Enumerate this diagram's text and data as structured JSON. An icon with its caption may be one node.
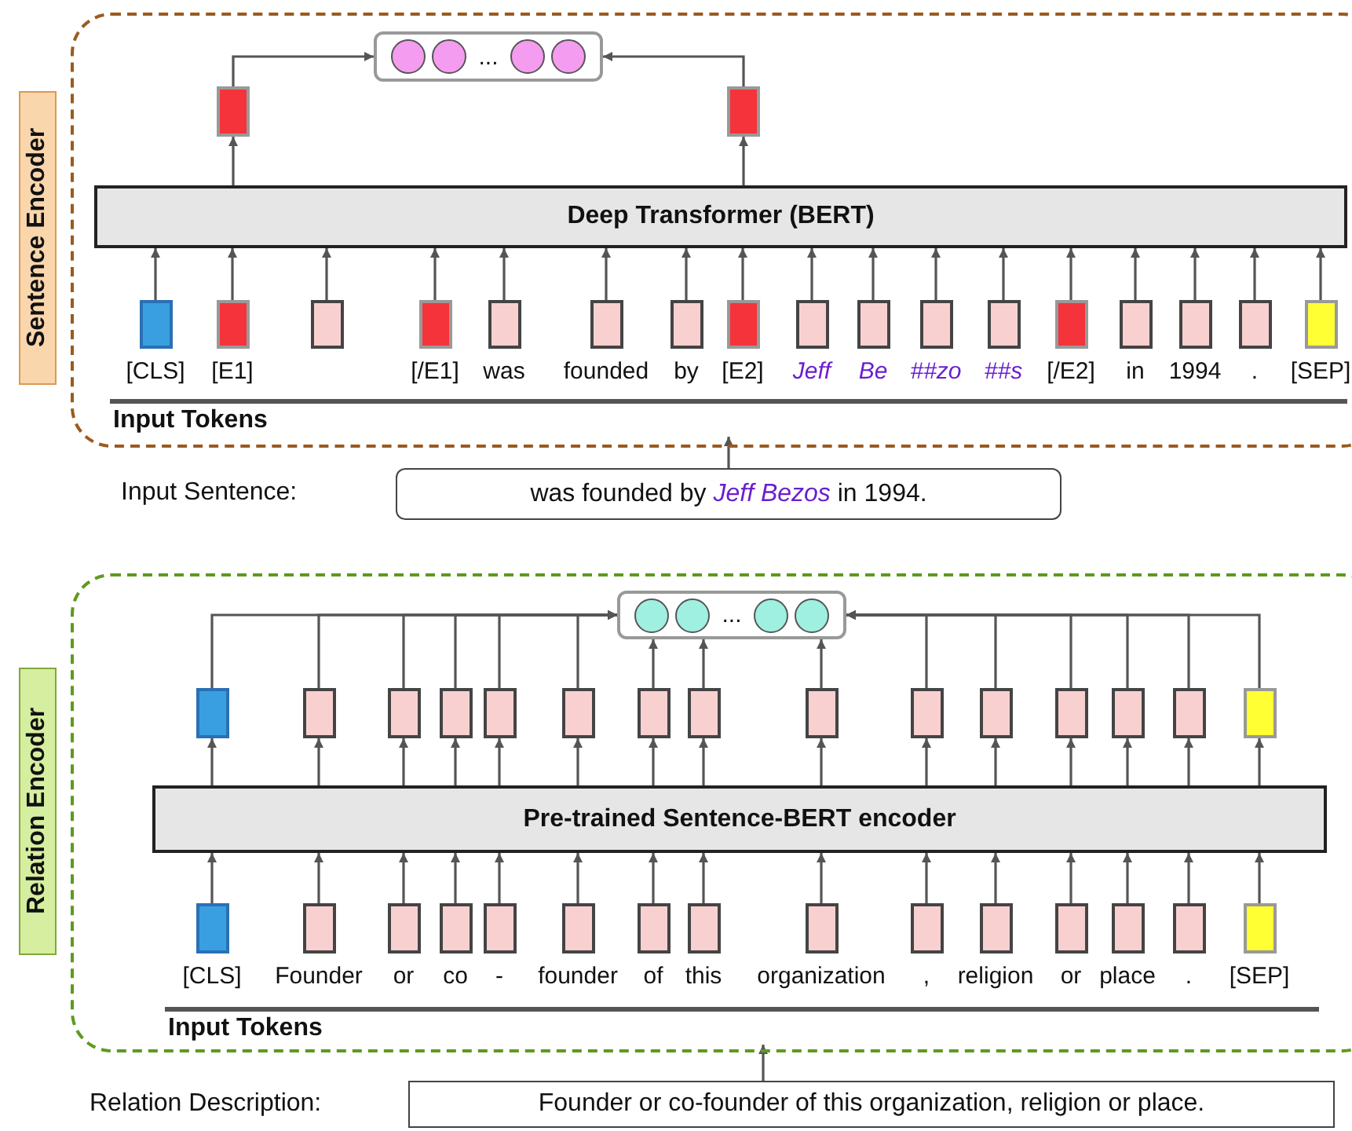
{
  "diagram": {
    "nodes": [
      {
        "text": [
          "Sentence Encoder"
        ]
      },
      {
        "text": [
          "..."
        ],
        "in": 0
      },
      {
        "text": [],
        "shape": "box",
        "in": 0
      },
      {
        "text": [],
        "shape": "box",
        "in": 0
      },
      {
        "text": [
          "Deep Transformer (BERT)"
        ],
        "in": 0
      },
      {
        "text": [],
        "shape": "box",
        "in": 0,
        "beside": [
          "[CLS]"
        ]
      },
      {
        "text": [],
        "shape": "box",
        "in": 0,
        "beside": [
          "[E1]"
        ]
      },
      {
        "text": [],
        "shape": "box",
        "in": 0
      },
      {
        "text": [],
        "shape": "box",
        "in": 0,
        "beside": [
          "[/E1]"
        ]
      },
      {
        "text": [],
        "shape": "box",
        "in": 0,
        "beside": [
          "was"
        ]
      },
      {
        "text": [],
        "shape": "box",
        "in": 0,
        "beside": [
          "founded"
        ]
      },
      {
        "text": [],
        "shape": "box",
        "in": 0,
        "beside": [
          "by"
        ]
      },
      {
        "text": [],
        "shape": "box",
        "in": 0,
        "beside": [
          "[E2]"
        ]
      },
      {
        "text": [],
        "shape": "box",
        "in": 0,
        "beside": [
          "Jeff"
        ]
      },
      {
        "text": [],
        "shape": "box",
        "in": 0,
        "beside": [
          "Be"
        ]
      },
      {
        "text": [],
        "shape": "box",
        "in": 0,
        "beside": [
          "##zo"
        ]
      },
      {
        "text": [],
        "shape": "box",
        "in": 0,
        "beside": [
          "##s"
        ]
      },
      {
        "text": [],
        "shape": "box",
        "in": 0,
        "beside": [
          "[/E2]"
        ]
      },
      {
        "text": [],
        "shape": "box",
        "in": 0,
        "beside": [
          "in"
        ]
      },
      {
        "text": [],
        "shape": "box",
        "in": 0,
        "beside": [
          "1994"
        ]
      },
      {
        "text": [],
        "shape": "box",
        "in": 0,
        "beside": [
          "."
        ]
      },
      {
        "text": [],
        "shape": "box",
        "in": 0,
        "beside": [
          "[SEP]"
        ]
      },
      {
        "text": [
          "Input Tokens"
        ],
        "in": 0
      },
      {
        "text": [
          "was founded by *Jeff Bezos* in 1994."
        ]
      },
      {
        "text": [
          "Relation Encoder"
        ]
      },
      {
        "text": [
          "..."
        ],
        "in": 24
      },
      {
        "text": [],
        "shape": "box",
        "in": 24
      },
      {
        "text": [],
        "shape": "box",
        "in": 24
      },
      {
        "text": [],
        "shape": "box",
        "in": 24
      },
      {
        "text": [],
        "shape": "box",
        "in": 24
      },
      {
        "text": [],
        "shape": "box",
        "in": 24
      },
      {
        "text": [],
        "shape": "box",
        "in": 24
      },
      {
        "text": [],
        "shape": "box",
        "in": 24
      },
      {
        "text": [],
        "shape": "box",
        "in": 24
      },
      {
        "text": [],
        "shape": "box",
        "in": 24
      },
      {
        "text": [],
        "shape": "box",
        "in": 24
      },
      {
        "text": [],
        "shape": "box",
        "in": 24
      },
      {
        "text": [],
        "shape": "box",
        "in": 24
      },
      {
        "text": [],
        "shape": "box",
        "in": 24
      },
      {
        "text": [],
        "shape": "box",
        "in": 24
      },
      {
        "text": [],
        "shape": "box",
        "in": 24
      },
      {
        "text": [
          "Pre-trained Sentence-BERT encoder"
        ],
        "in": 24
      },
      {
        "text": [],
        "shape": "box",
        "in": 24,
        "beside": [
          "[CLS]"
        ]
      },
      {
        "text": [],
        "shape": "box",
        "in": 24,
        "beside": [
          "Founder"
        ]
      },
      {
        "text": [],
        "shape": "box",
        "in": 24,
        "beside": [
          "or"
        ]
      },
      {
        "text": [],
        "shape": "box",
        "in": 24,
        "beside": [
          "co"
        ]
      },
      {
        "text": [],
        "shape": "box",
        "in": 24,
        "beside": [
          "-"
        ]
      },
      {
        "text": [],
        "shape": "box",
        "in": 24,
        "beside": [
          "founder"
        ]
      },
      {
        "text": [],
        "shape": "box",
        "in": 24,
        "beside": [
          "of"
        ]
      },
      {
        "text": [],
        "shape": "box",
        "in": 24,
        "beside": [
          "this"
        ]
      },
      {
        "text": [],
        "shape": "box",
        "in": 24,
        "beside": [
          "organization"
        ]
      },
      {
        "text": [],
        "shape": "box",
        "in": 24,
        "beside": [
          ","
        ]
      },
      {
        "text": [],
        "shape": "box",
        "in": 24,
        "beside": [
          "religion"
        ]
      },
      {
        "text": [],
        "shape": "box",
        "in": 24,
        "beside": [
          "or"
        ]
      },
      {
        "text": [],
        "shape": "box",
        "in": 24,
        "beside": [
          "place"
        ]
      },
      {
        "text": [],
        "shape": "box",
        "in": 24,
        "beside": [
          "."
        ]
      },
      {
        "text": [],
        "shape": "box",
        "in": 24,
        "beside": [
          "[SEP]"
        ]
      },
      {
        "text": [
          "Input Tokens"
        ],
        "in": 24
      },
      {
        "text": [
          "Founder or co-founder of this organization, religion or place."
        ]
      }
    ],
    "labels": [
      "Input Sentence:",
      "Relation Description:"
    ],
    "edges": [
      {
        "from": 5,
        "to": 4,
        "arrow": "to"
      },
      {
        "from": 6,
        "to": 4,
        "arrow": "to"
      },
      {
        "from": 7,
        "to": 4,
        "arrow": "to"
      },
      {
        "from": 8,
        "to": 4,
        "arrow": "to"
      },
      {
        "from": 9,
        "to": 4,
        "arrow": "to"
      },
      {
        "from": 10,
        "to": 4,
        "arrow": "to"
      },
      {
        "from": 11,
        "to": 4,
        "arrow": "to"
      },
      {
        "from": 12,
        "to": 4,
        "arrow": "to"
      },
      {
        "from": 13,
        "to": 4,
        "arrow": "to"
      },
      {
        "from": 14,
        "to": 4,
        "arrow": "to"
      },
      {
        "from": 15,
        "to": 4,
        "arrow": "to"
      },
      {
        "from": 16,
        "to": 4,
        "arrow": "to"
      },
      {
        "from": 17,
        "to": 4,
        "arrow": "to"
      },
      {
        "from": 18,
        "to": 4,
        "arrow": "to"
      },
      {
        "from": 19,
        "to": 4,
        "arrow": "to"
      },
      {
        "from": 20,
        "to": 4,
        "arrow": "to"
      },
      {
        "from": 21,
        "to": 4,
        "arrow": "to"
      },
      {
        "from": 4,
        "to": 2,
        "arrow": "to"
      },
      {
        "from": 4,
        "to": 3,
        "arrow": "to"
      },
      {
        "from": 2,
        "to": 1,
        "arrow": "to"
      },
      {
        "from": 3,
        "to": 1,
        "arrow": "to"
      },
      {
        "from": 23,
        "to": 22,
        "arrow": "to"
      },
      {
        "from": 42,
        "to": 41,
        "arrow": "to"
      },
      {
        "from": 43,
        "to": 41,
        "arrow": "to"
      },
      {
        "from": 44,
        "to": 41,
        "arrow": "to"
      },
      {
        "from": 45,
        "to": 41,
        "arrow": "to"
      },
      {
        "from": 46,
        "to": 41,
        "arrow": "to"
      },
      {
        "from": 47,
        "to": 41,
        "arrow": "to"
      },
      {
        "from": 48,
        "to": 41,
        "arrow": "to"
      },
      {
        "from": 49,
        "to": 41,
        "arrow": "to"
      },
      {
        "from": 50,
        "to": 41,
        "arrow": "to"
      },
      {
        "from": 51,
        "to": 41,
        "arrow": "to"
      },
      {
        "from": 52,
        "to": 41,
        "arrow": "to"
      },
      {
        "from": 53,
        "to": 41,
        "arrow": "to"
      },
      {
        "from": 54,
        "to": 41,
        "arrow": "to"
      },
      {
        "from": 55,
        "to": 41,
        "arrow": "to"
      },
      {
        "from": 56,
        "to": 41,
        "arrow": "to"
      },
      {
        "from": 41,
        "to": 26,
        "arrow": "to"
      },
      {
        "from": 41,
        "to": 27,
        "arrow": "to"
      },
      {
        "from": 41,
        "to": 28,
        "arrow": "to"
      },
      {
        "from": 41,
        "to": 29,
        "arrow": "to"
      },
      {
        "from": 41,
        "to": 30,
        "arrow": "to"
      },
      {
        "from": 41,
        "to": 31,
        "arrow": "to"
      },
      {
        "from": 41,
        "to": 32,
        "arrow": "to"
      },
      {
        "from": 41,
        "to": 33,
        "arrow": "to"
      },
      {
        "from": 41,
        "to": 34,
        "arrow": "to"
      },
      {
        "from": 41,
        "to": 35,
        "arrow": "to"
      },
      {
        "from": 41,
        "to": 36,
        "arrow": "to"
      },
      {
        "from": 41,
        "to": 37,
        "arrow": "to"
      },
      {
        "from": 41,
        "to": 38,
        "arrow": "to"
      },
      {
        "from": 41,
        "to": 39,
        "arrow": "to"
      },
      {
        "from": 41,
        "to": 40,
        "arrow": "to"
      },
      {
        "from": 26,
        "to": 25,
        "arrow": "to"
      },
      {
        "from": 27,
        "to": 25,
        "arrow": "to"
      },
      {
        "from": 28,
        "to": 25,
        "arrow": "to"
      },
      {
        "from": 29,
        "to": 25,
        "arrow": "to"
      },
      {
        "from": 30,
        "to": 25,
        "arrow": "to"
      },
      {
        "from": 31,
        "to": 25,
        "arrow": "to"
      },
      {
        "from": 32,
        "to": 25,
        "arrow": "to"
      },
      {
        "from": 33,
        "to": 25,
        "arrow": "to"
      },
      {
        "from": 34,
        "to": 25,
        "arrow": "to"
      },
      {
        "from": 35,
        "to": 25,
        "arrow": "to"
      },
      {
        "from": 36,
        "to": 25,
        "arrow": "to"
      },
      {
        "from": 37,
        "to": 25,
        "arrow": "to"
      },
      {
        "from": 38,
        "to": 25,
        "arrow": "to"
      },
      {
        "from": 39,
        "to": 25,
        "arrow": "to"
      },
      {
        "from": 40,
        "to": 25,
        "arrow": "to"
      },
      {
        "from": 58,
        "to": 57,
        "arrow": "to"
      }
    ]
  }
}
